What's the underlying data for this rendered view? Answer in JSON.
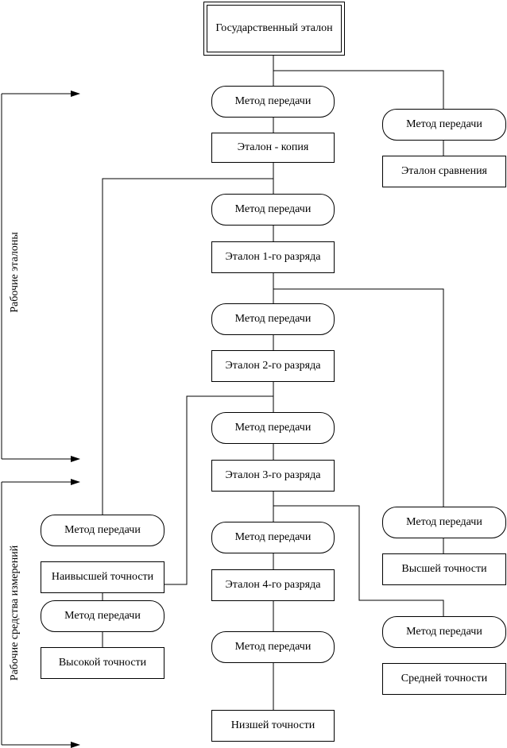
{
  "root": {
    "label": "Государственный эталон"
  },
  "method_label": "Метод передачи",
  "nodes": {
    "etalon_copy": "Эталон - копия",
    "etalon_comparison": "Эталон сравнения",
    "etalon_rank1": "Эталон 1-го разряда",
    "etalon_rank2": "Эталон 2-го разряда",
    "etalon_rank3": "Эталон 3-го разряда",
    "etalon_rank4": "Эталон 4-го разряда",
    "highest_accuracy": "Наивысшей точности",
    "high_accuracy": "Высокой точности",
    "higher_accuracy": "Высшей точности",
    "medium_accuracy": "Средней точности",
    "lowest_accuracy": "Низшей точности"
  },
  "side_labels": {
    "working_standards": "Рабочие эталоны",
    "working_instruments": "Рабочие средства измерений"
  }
}
